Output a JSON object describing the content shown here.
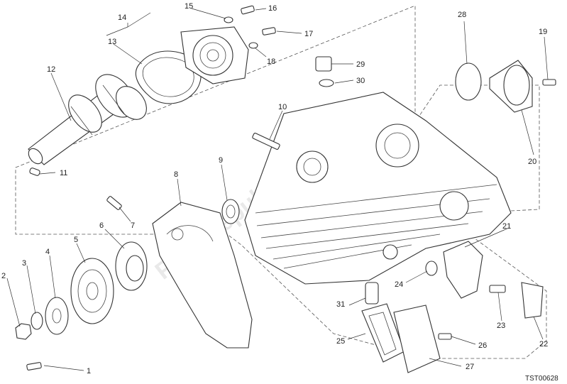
{
  "diagram": {
    "watermark": "PartsRepublik",
    "drawing_code": "TST00628",
    "callouts": [
      {
        "id": "c1",
        "text": "1"
      },
      {
        "id": "c2",
        "text": "2"
      },
      {
        "id": "c3",
        "text": "3"
      },
      {
        "id": "c4",
        "text": "4"
      },
      {
        "id": "c5",
        "text": "5"
      },
      {
        "id": "c6",
        "text": "6"
      },
      {
        "id": "c7",
        "text": "7"
      },
      {
        "id": "c8",
        "text": "8"
      },
      {
        "id": "c9",
        "text": "9"
      },
      {
        "id": "c10",
        "text": "10"
      },
      {
        "id": "c11",
        "text": "11"
      },
      {
        "id": "c12",
        "text": "12"
      },
      {
        "id": "c13",
        "text": "13"
      },
      {
        "id": "c14",
        "text": "14"
      },
      {
        "id": "c15",
        "text": "15"
      },
      {
        "id": "c16",
        "text": "16"
      },
      {
        "id": "c17",
        "text": "17"
      },
      {
        "id": "c18",
        "text": "18"
      },
      {
        "id": "c19",
        "text": "19"
      },
      {
        "id": "c20",
        "text": "20"
      },
      {
        "id": "c21",
        "text": "21"
      },
      {
        "id": "c22",
        "text": "22"
      },
      {
        "id": "c23",
        "text": "23"
      },
      {
        "id": "c24",
        "text": "24"
      },
      {
        "id": "c25",
        "text": "25"
      },
      {
        "id": "c26",
        "text": "26"
      },
      {
        "id": "c27",
        "text": "27"
      },
      {
        "id": "c28",
        "text": "28"
      },
      {
        "id": "c29",
        "text": "29"
      },
      {
        "id": "c30",
        "text": "30"
      },
      {
        "id": "c31",
        "text": "31"
      }
    ]
  }
}
